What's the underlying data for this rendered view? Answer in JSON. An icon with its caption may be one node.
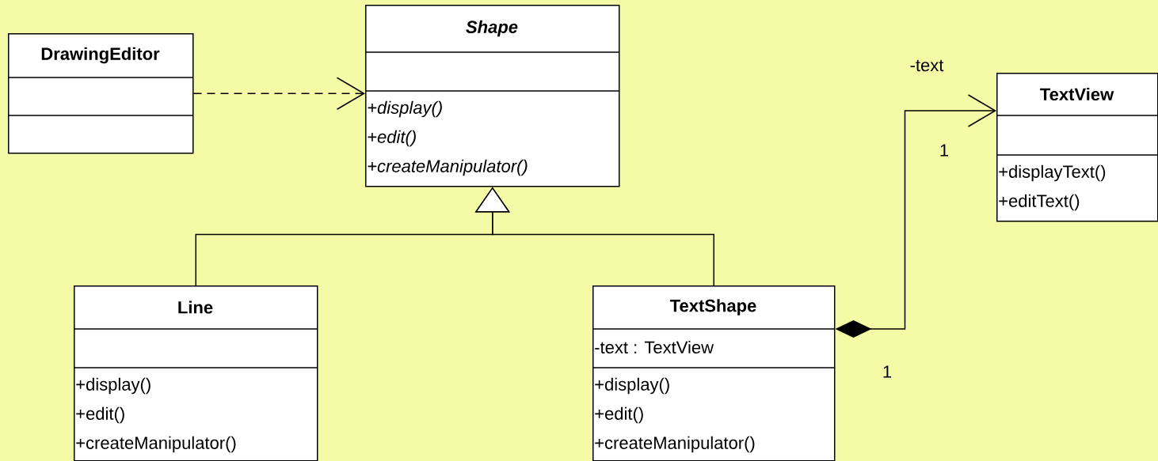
{
  "diagram": {
    "nodes": [
      {
        "text": [
          "DrawingEditor"
        ]
      },
      {
        "text": [
          "Shape",
          "+display()",
          "+edit()",
          "+createManipulator()"
        ]
      },
      {
        "text": [
          "TextView",
          "+displayText()",
          "+editText()"
        ]
      },
      {
        "text": [
          "Line",
          "+display()",
          "+edit()",
          "+createManipulator()"
        ]
      },
      {
        "text": [
          "TextShape",
          "-text : TextView",
          "+display()",
          "+edit()",
          "+createManipulator()"
        ]
      }
    ],
    "edges": [
      {
        "from": 0,
        "to": 1,
        "arrow": "to",
        "style": "dashed"
      },
      {
        "from": 3,
        "to": 1,
        "arrow": "to"
      },
      {
        "from": 4,
        "to": 1,
        "arrow": "to"
      },
      {
        "from": 4,
        "to": 2,
        "arrow": "to"
      }
    ],
    "labels": [
      "-text",
      "1",
      "1"
    ]
  }
}
